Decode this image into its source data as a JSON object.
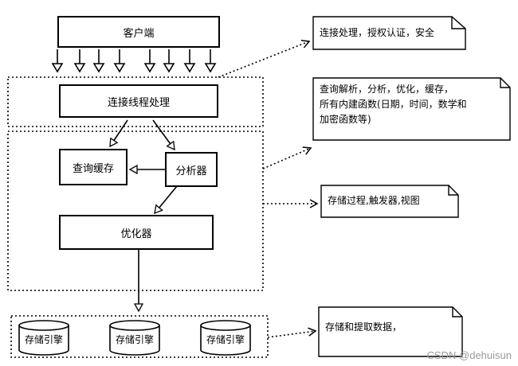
{
  "nodes": {
    "client": "客户端",
    "connection_thread": "连接线程处理",
    "query_cache": "查询缓存",
    "analyzer": "分析器",
    "optimizer": "优化器",
    "storage_engine": "存储引擎"
  },
  "notes": {
    "connection": "连接处理，授权认证，安全",
    "parse_line1": "查询解析，分析，优化，缓存，",
    "parse_line2": "所有内建函数(日期，时间，数学和",
    "parse_line3": "加密函数等)",
    "procedures": "存储过程,触发器,视图",
    "storage": "存储和提取数据，"
  },
  "watermark": "CSDN @dehuisun",
  "colors": {
    "line": "#000000",
    "fill": "#ffffff",
    "watermark": "#9a9a9a"
  }
}
